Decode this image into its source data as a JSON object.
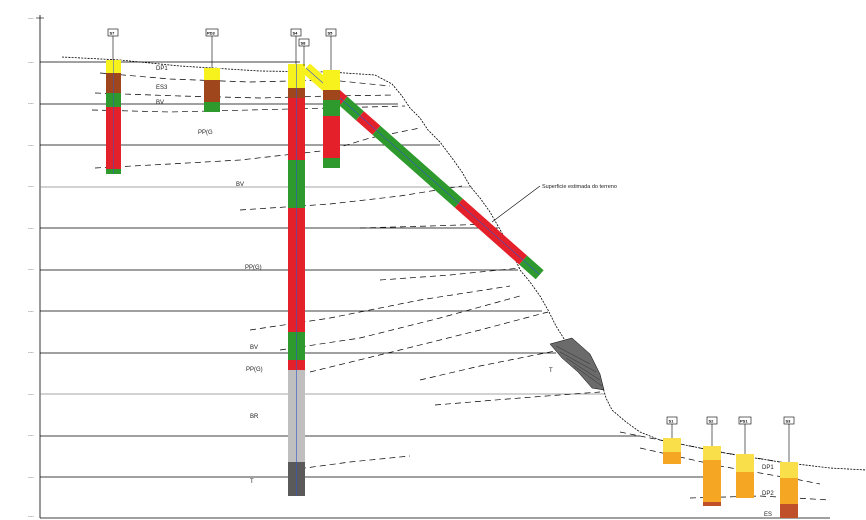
{
  "section": {
    "elevation_ticks": [
      "----",
      "----",
      "----",
      "----",
      "----",
      "----",
      "----",
      "----",
      "----",
      "----",
      "----",
      "----",
      "----"
    ],
    "surface_note": "Superficie estimada do terreno",
    "layer_labels": [
      {
        "key": "dp1_left",
        "text": "DP1"
      },
      {
        "key": "es3",
        "text": "ES3"
      },
      {
        "key": "bv_upper",
        "text": "BV"
      },
      {
        "key": "pp_g",
        "text": "PP(G"
      },
      {
        "key": "bv_mid",
        "text": "BV"
      },
      {
        "key": "pp_g2",
        "text": "PP(G)"
      },
      {
        "key": "bv_low",
        "text": "BV"
      },
      {
        "key": "pp_g3",
        "text": "PP(G)"
      },
      {
        "key": "br",
        "text": "BR"
      },
      {
        "key": "t_left",
        "text": "T"
      },
      {
        "key": "t_slope",
        "text": "T"
      },
      {
        "key": "dp1_right",
        "text": "DP1"
      },
      {
        "key": "dp2_right",
        "text": "DP2"
      },
      {
        "key": "es_right",
        "text": "ES"
      }
    ],
    "boreholes": [
      {
        "id": "S7",
        "tag": "S7"
      },
      {
        "id": "PD3",
        "tag": "PD3"
      },
      {
        "id": "S4",
        "tag": "S4"
      },
      {
        "id": "S8",
        "tag": "S8"
      },
      {
        "id": "S5",
        "tag": "S5"
      },
      {
        "id": "S1",
        "tag": "S1"
      },
      {
        "id": "S2",
        "tag": "S2"
      },
      {
        "id": "PS1",
        "tag": "PS1"
      },
      {
        "id": "S3",
        "tag": "S3"
      }
    ],
    "colors": {
      "yellow": "#f7f21e",
      "brown": "#a0461c",
      "green": "#2e9a2e",
      "red": "#e4202a",
      "grey": "#bfbfbf",
      "dark_grey": "#5a5a5a",
      "orange": "#f5a623",
      "light_yellow": "#f9e04a"
    }
  }
}
